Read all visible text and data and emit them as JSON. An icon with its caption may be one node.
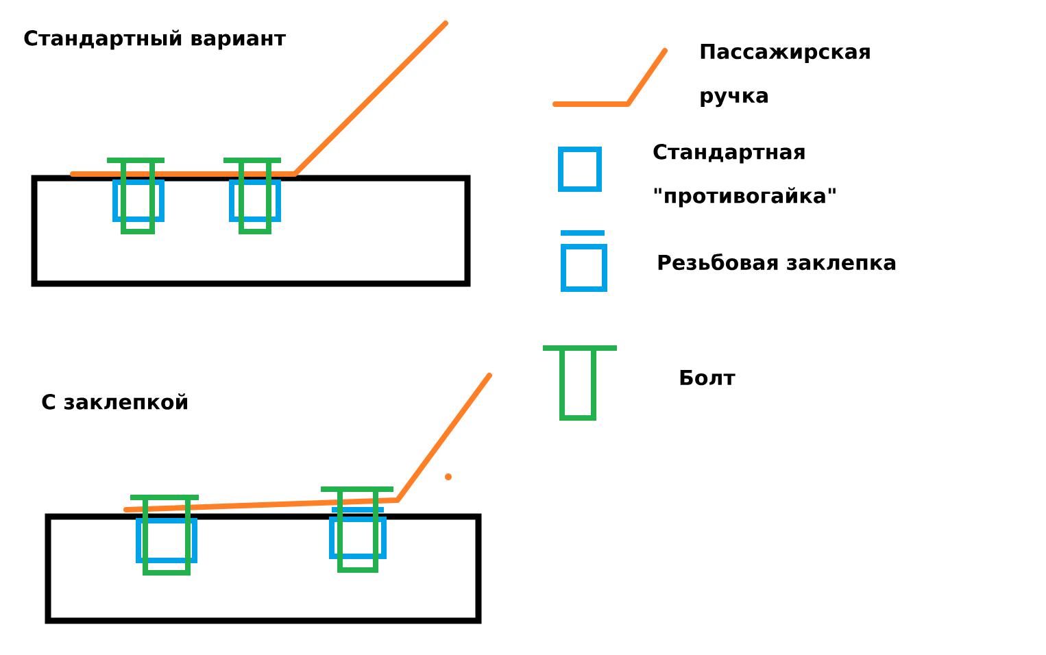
{
  "diagram": {
    "labels": [
      "Стандартный вариант",
      "С заклепкой"
    ],
    "legend": [
      {
        "text": "Пассажирская ручка"
      },
      {
        "text": "Стандартная \"противогайка\""
      },
      {
        "text": "Резьбовая заклепка"
      },
      {
        "text": "Болт"
      }
    ]
  }
}
